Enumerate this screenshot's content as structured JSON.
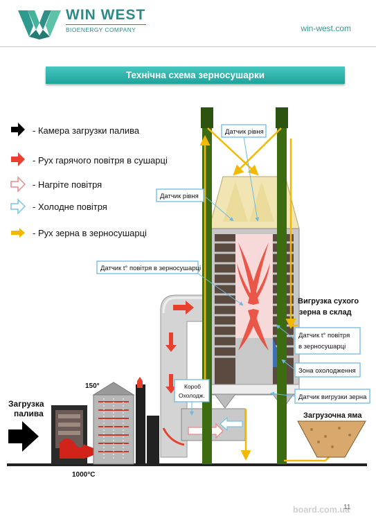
{
  "brand": {
    "name": "WIN WEST",
    "tagline": "BIOENERGY COMPANY",
    "url": "win-west.com"
  },
  "title": "Технічна схема зерносушарки",
  "legend": [
    {
      "label": "- Камера загрузки палива",
      "color": "#000000"
    },
    {
      "label": "- Рух гарячого повітря в сушарці",
      "color": "#e8402e"
    },
    {
      "label": "- Нагріте повітря",
      "color": "#f2a6a6"
    },
    {
      "label": "- Холодне повітря",
      "color": "#a8d8ee"
    },
    {
      "label": "- Рух зерна в зерносушарці",
      "color": "#f5b800"
    }
  ],
  "labels": {
    "level1": "Датчик рівня",
    "level2": "Датчик рівня",
    "temp_air": "Датчик t° повітря в зерносушарці",
    "unload_1": "Вигрузка сухого",
    "unload_2": "зерна в склад",
    "temp2_1": "Датчик t° повітря",
    "temp2_2": "в зерносушарці",
    "cooling": "Зона охолодження",
    "unload_sensor": "Датчик вигрузки зерна",
    "pit": "Загрузочна яма",
    "box_1": "Короб",
    "box_2": "Охолодж.",
    "fuel_1": "Загрузка",
    "fuel_2": "палива",
    "t150": "150°",
    "t1000": "1000°С"
  },
  "page": "11",
  "watermark": "board.com.ua"
}
